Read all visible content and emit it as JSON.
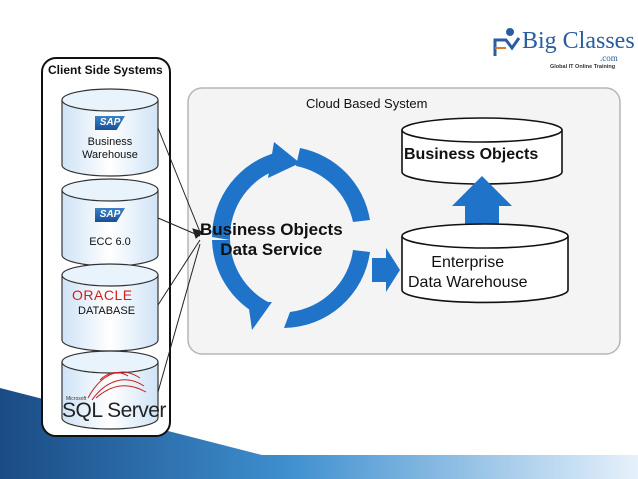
{
  "logo": {
    "brand": "Big Classes",
    "domain": ".com",
    "tagline": "Global IT Online Training"
  },
  "client": {
    "title": "Client Side Systems",
    "systems": [
      {
        "badge": "SAP",
        "line1": "Business",
        "line2": "Warehouse"
      },
      {
        "badge": "SAP",
        "line1": "ECC 6.0"
      },
      {
        "brand": "ORACLE",
        "sub": "DATABASE"
      },
      {
        "small": "Microsoft",
        "brand": "SQL Server"
      }
    ]
  },
  "cloud": {
    "title": "Cloud Based System",
    "service_line1": "Business Objects",
    "service_line2": "Data Service",
    "bo_label": "Business Objects",
    "edw_line1": "Enterprise",
    "edw_line2": "Data Warehouse"
  },
  "colors": {
    "arrow_blue": "#1f73c9",
    "logo_blue": "#2a5d9f",
    "oracle_red": "#d11f1f",
    "border": "#111111",
    "panel": "#f4f4f4"
  }
}
